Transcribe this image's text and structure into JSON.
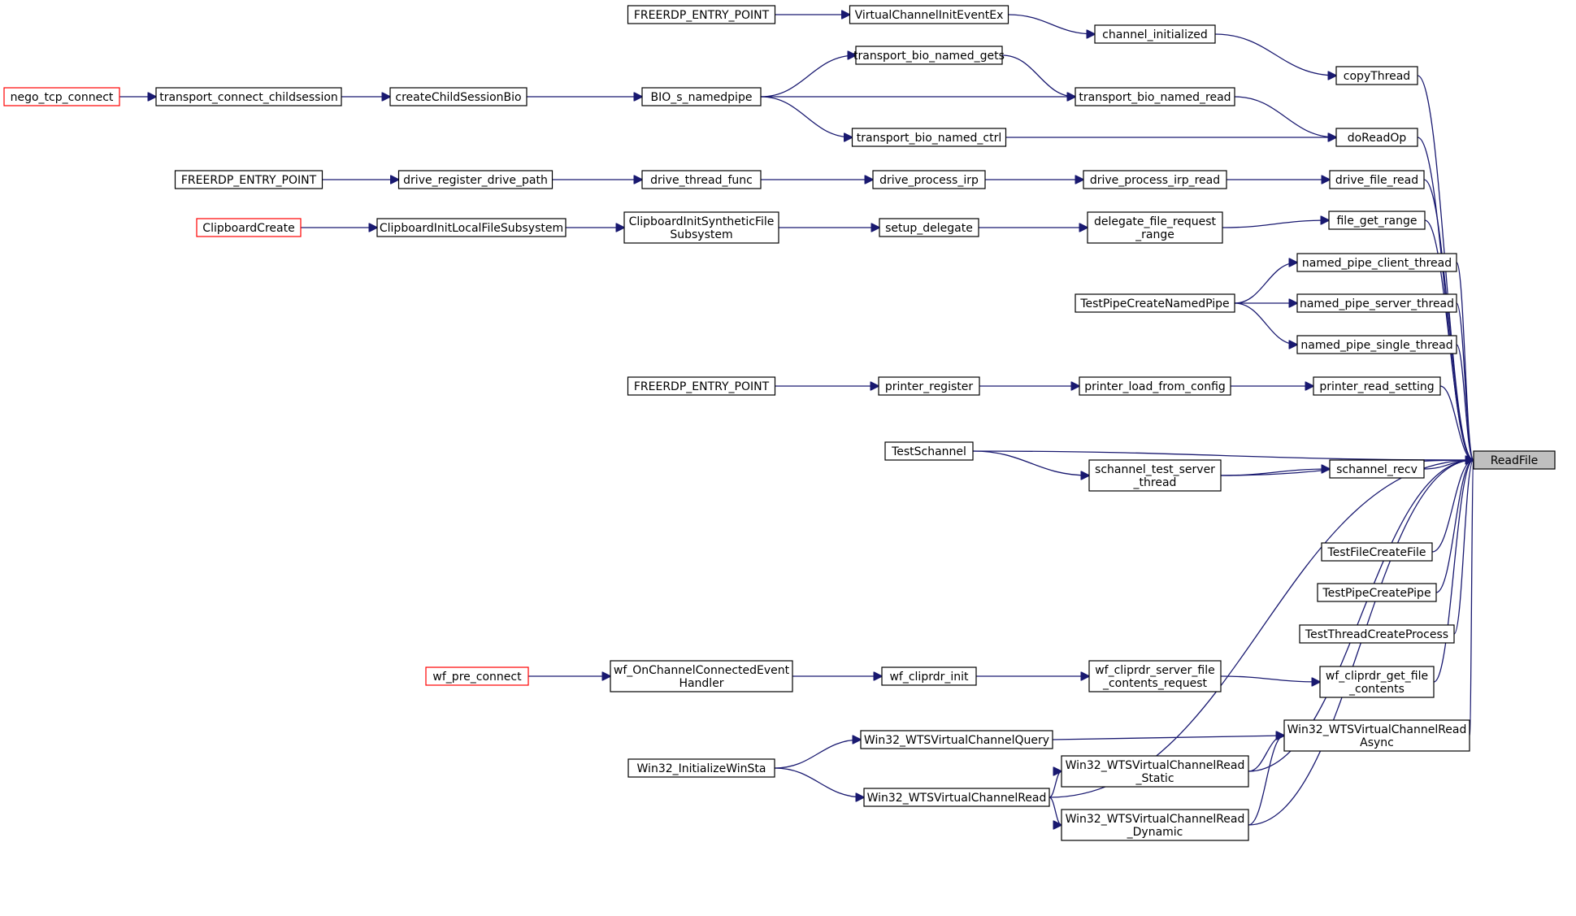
{
  "colors": {
    "edge": "#191970",
    "node_border": "#000000",
    "node_border_truncated": "#ff0000",
    "root_fill": "#bfbfbf",
    "background": "#ffffff"
  },
  "nodes": [
    {
      "id": "readfile",
      "lines": [
        "ReadFile"
      ],
      "style": "root"
    },
    {
      "id": "copythread",
      "lines": [
        "copyThread"
      ]
    },
    {
      "id": "channel_initialized",
      "lines": [
        "channel_initialized"
      ]
    },
    {
      "id": "vcieventex",
      "lines": [
        "VirtualChannelInitEventEx"
      ]
    },
    {
      "id": "fep1",
      "lines": [
        "FREERDP_ENTRY_POINT"
      ]
    },
    {
      "id": "doreadop",
      "lines": [
        "doReadOp"
      ]
    },
    {
      "id": "tbn_gets",
      "lines": [
        "transport_bio_named_gets"
      ]
    },
    {
      "id": "tbn_read",
      "lines": [
        "transport_bio_named_read"
      ]
    },
    {
      "id": "tbn_ctrl",
      "lines": [
        "transport_bio_named_ctrl"
      ]
    },
    {
      "id": "bio_s_np",
      "lines": [
        "BIO_s_namedpipe"
      ]
    },
    {
      "id": "ccsb",
      "lines": [
        "createChildSessionBio"
      ]
    },
    {
      "id": "tcc",
      "lines": [
        "transport_connect_childsession"
      ]
    },
    {
      "id": "nego",
      "lines": [
        "nego_tcp_connect"
      ],
      "style": "red"
    },
    {
      "id": "dfr",
      "lines": [
        "drive_file_read"
      ]
    },
    {
      "id": "dpir",
      "lines": [
        "drive_process_irp_read"
      ]
    },
    {
      "id": "dpi",
      "lines": [
        "drive_process_irp"
      ]
    },
    {
      "id": "dtf",
      "lines": [
        "drive_thread_func"
      ]
    },
    {
      "id": "drdp",
      "lines": [
        "drive_register_drive_path"
      ]
    },
    {
      "id": "fep2",
      "lines": [
        "FREERDP_ENTRY_POINT"
      ]
    },
    {
      "id": "fgr",
      "lines": [
        "file_get_range"
      ]
    },
    {
      "id": "dfrr",
      "lines": [
        "delegate_file_request",
        "_range"
      ]
    },
    {
      "id": "sdel",
      "lines": [
        "setup_delegate"
      ]
    },
    {
      "id": "cisfs",
      "lines": [
        "ClipboardInitSyntheticFile",
        "Subsystem"
      ]
    },
    {
      "id": "cilfs",
      "lines": [
        "ClipboardInitLocalFileSubsystem"
      ]
    },
    {
      "id": "cc",
      "lines": [
        "ClipboardCreate"
      ],
      "style": "red"
    },
    {
      "id": "npct",
      "lines": [
        "named_pipe_client_thread"
      ]
    },
    {
      "id": "npst",
      "lines": [
        "named_pipe_server_thread"
      ]
    },
    {
      "id": "npsgt",
      "lines": [
        "named_pipe_single_thread"
      ]
    },
    {
      "id": "tpcnp",
      "lines": [
        "TestPipeCreateNamedPipe"
      ]
    },
    {
      "id": "prs",
      "lines": [
        "printer_read_setting"
      ]
    },
    {
      "id": "plfc",
      "lines": [
        "printer_load_from_config"
      ]
    },
    {
      "id": "preg",
      "lines": [
        "printer_register"
      ]
    },
    {
      "id": "fep3",
      "lines": [
        "FREERDP_ENTRY_POINT"
      ]
    },
    {
      "id": "tsch",
      "lines": [
        "TestSchannel"
      ]
    },
    {
      "id": "srecv",
      "lines": [
        "schannel_recv"
      ]
    },
    {
      "id": "stst",
      "lines": [
        "schannel_test_server",
        "_thread"
      ]
    },
    {
      "id": "tfcf",
      "lines": [
        "TestFileCreateFile"
      ]
    },
    {
      "id": "tpcp",
      "lines": [
        "TestPipeCreatePipe"
      ]
    },
    {
      "id": "ttcp",
      "lines": [
        "TestThreadCreateProcess"
      ]
    },
    {
      "id": "wcgfc",
      "lines": [
        "wf_cliprdr_get_file",
        "_contents"
      ]
    },
    {
      "id": "wcsfcr",
      "lines": [
        "wf_cliprdr_server_file",
        "_contents_request"
      ]
    },
    {
      "id": "wci",
      "lines": [
        "wf_cliprdr_init"
      ]
    },
    {
      "id": "wocceh",
      "lines": [
        "wf_OnChannelConnectedEvent",
        "Handler"
      ]
    },
    {
      "id": "wpc",
      "lines": [
        "wf_pre_connect"
      ],
      "style": "red"
    },
    {
      "id": "wvcra",
      "lines": [
        "Win32_WTSVirtualChannelRead",
        "Async"
      ]
    },
    {
      "id": "wvcq",
      "lines": [
        "Win32_WTSVirtualChannelQuery"
      ]
    },
    {
      "id": "wvcrs",
      "lines": [
        "Win32_WTSVirtualChannelRead",
        "_Static"
      ]
    },
    {
      "id": "wvcrd",
      "lines": [
        "Win32_WTSVirtualChannelRead",
        "_Dynamic"
      ]
    },
    {
      "id": "wvcr",
      "lines": [
        "Win32_WTSVirtualChannelRead"
      ]
    },
    {
      "id": "wiws",
      "lines": [
        "Win32_InitializeWinSta"
      ]
    }
  ]
}
